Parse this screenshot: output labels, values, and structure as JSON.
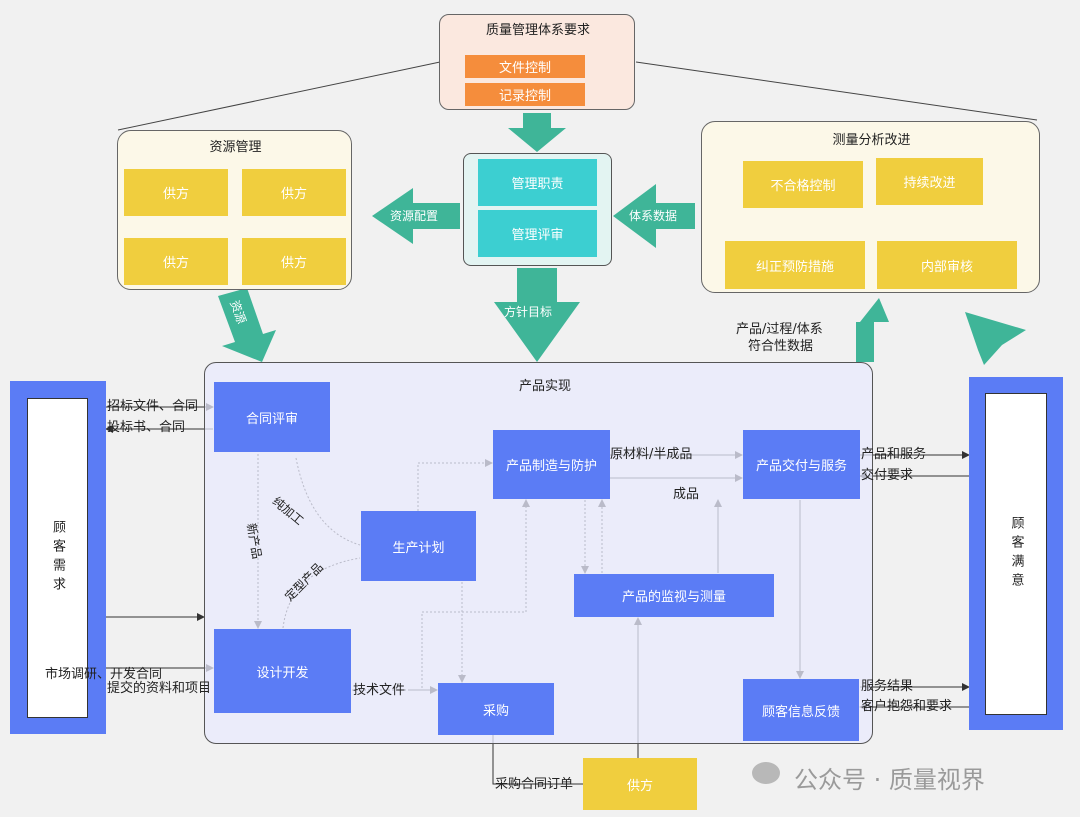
{
  "top": {
    "title": "质量管理体系要求",
    "items": [
      "文件控制",
      "记录控制"
    ]
  },
  "resource": {
    "title": "资源管理",
    "suppliers": [
      "供方",
      "供方",
      "供方",
      "供方"
    ]
  },
  "center": {
    "items": [
      "管理职责",
      "管理评审"
    ]
  },
  "measure": {
    "title": "测量分析改进",
    "items": [
      "不合格控制",
      "持续改进",
      "纠正预防措施",
      "内部审核"
    ]
  },
  "arrows": {
    "resource_config": "资源配置",
    "system_data": "体系数据",
    "resource": "资源",
    "policy": "方针目标"
  },
  "conform": {
    "line1": "产品/过程/体系",
    "line2": "符合性数据"
  },
  "customer_need": "顾客需求",
  "customer_satisfaction": "顾客满意",
  "product": {
    "title": "产品实现",
    "contract_review": "合同评审",
    "manufacturing": "产品制造与防护",
    "delivery": "产品交付与服务",
    "planning": "生产计划",
    "monitoring": "产品的监视与测量",
    "design": "设计开发",
    "purchasing": "采购",
    "feedback": "顾客信息反馈"
  },
  "labels": {
    "tender": "招标文件、合同",
    "bid": "投标书、合同",
    "market": "市场调研、开发合同",
    "submitted": "提交的资料和项目",
    "raw": "原材料/半成品",
    "finished": "成品",
    "product_service": "产品和服务",
    "delivery_req": "交付要求",
    "service_result": "服务结果",
    "complaints": "客户抱怨和要求",
    "tech_doc": "技术文件",
    "po": "采购合同订单",
    "new_product": "新产品",
    "pure_process": "纯加工",
    "finalized": "定型产品"
  },
  "supplier_bottom": "供方",
  "watermark": "公众号 · 质量视界"
}
